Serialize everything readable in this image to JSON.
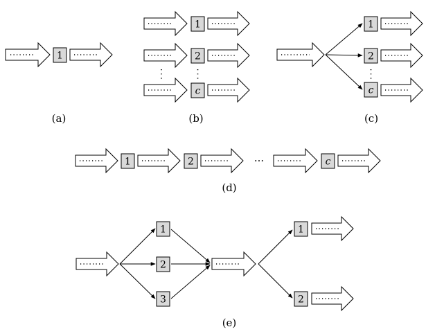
{
  "panels": {
    "a": {
      "caption": "(a)",
      "servers": [
        "1"
      ]
    },
    "b": {
      "caption": "(b)",
      "servers": [
        "1",
        "2",
        "c"
      ]
    },
    "c": {
      "caption": "(c)",
      "servers": [
        "1",
        "2",
        "c"
      ]
    },
    "d": {
      "caption": "(d)",
      "servers": [
        "1",
        "2",
        "c"
      ],
      "ellipsis": "···"
    },
    "e": {
      "caption": "(e)",
      "stage1": [
        "1",
        "2",
        "3"
      ],
      "stage2": [
        "1",
        "2"
      ]
    }
  }
}
